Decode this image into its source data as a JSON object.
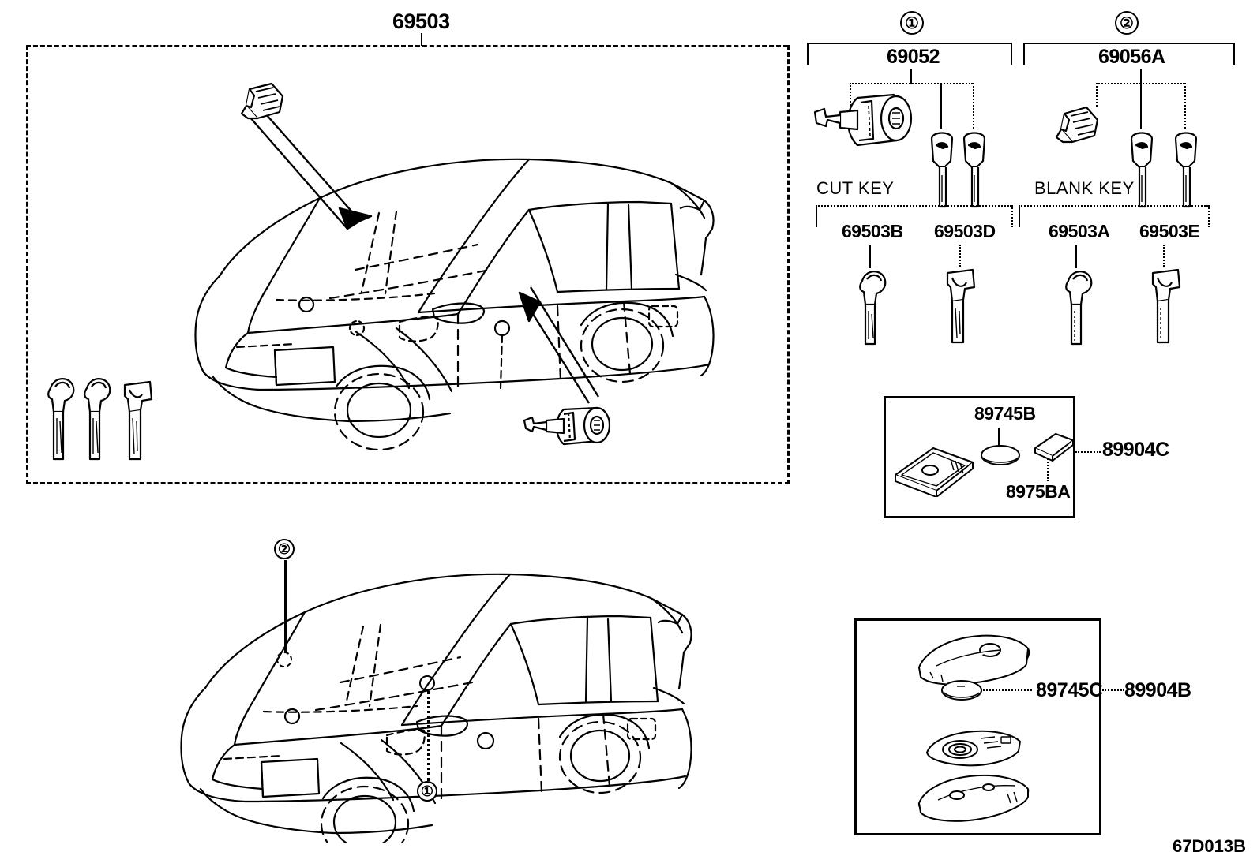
{
  "diagram": {
    "code": "67D013B",
    "top_assembly_label": "69503"
  },
  "top_panel": {
    "parts": [
      {
        "name": "ignition-key-cylinder-callout",
        "label": ""
      },
      {
        "name": "door-lock-cylinder-callout",
        "label": ""
      }
    ]
  },
  "groups": [
    {
      "id": "group-1",
      "circled_number": "①",
      "part_number": "69052",
      "items": [
        "lock-cylinder",
        "key",
        "key"
      ]
    },
    {
      "id": "group-2",
      "circled_number": "②",
      "part_number": "69056A",
      "items": [
        "transponder-cap",
        "key",
        "key"
      ]
    }
  ],
  "key_categories": [
    {
      "title": "CUT KEY",
      "parts": [
        {
          "number": "69503B",
          "leader": "solid"
        },
        {
          "number": "69503D",
          "leader": "dotted"
        }
      ]
    },
    {
      "title": "BLANK KEY",
      "parts": [
        {
          "number": "69503A",
          "leader": "solid"
        },
        {
          "number": "69503E",
          "leader": "dotted"
        }
      ]
    }
  ],
  "card_key_box": {
    "assembly": "89904C",
    "battery": "89745B",
    "card": "8975BA"
  },
  "smart_key_box": {
    "assembly": "89904B",
    "battery": "89745C"
  },
  "vehicle_callouts": {
    "lower": [
      {
        "number": "②",
        "target": "ignition-switch-location"
      },
      {
        "number": "①",
        "target": "door-lock-location"
      }
    ]
  }
}
